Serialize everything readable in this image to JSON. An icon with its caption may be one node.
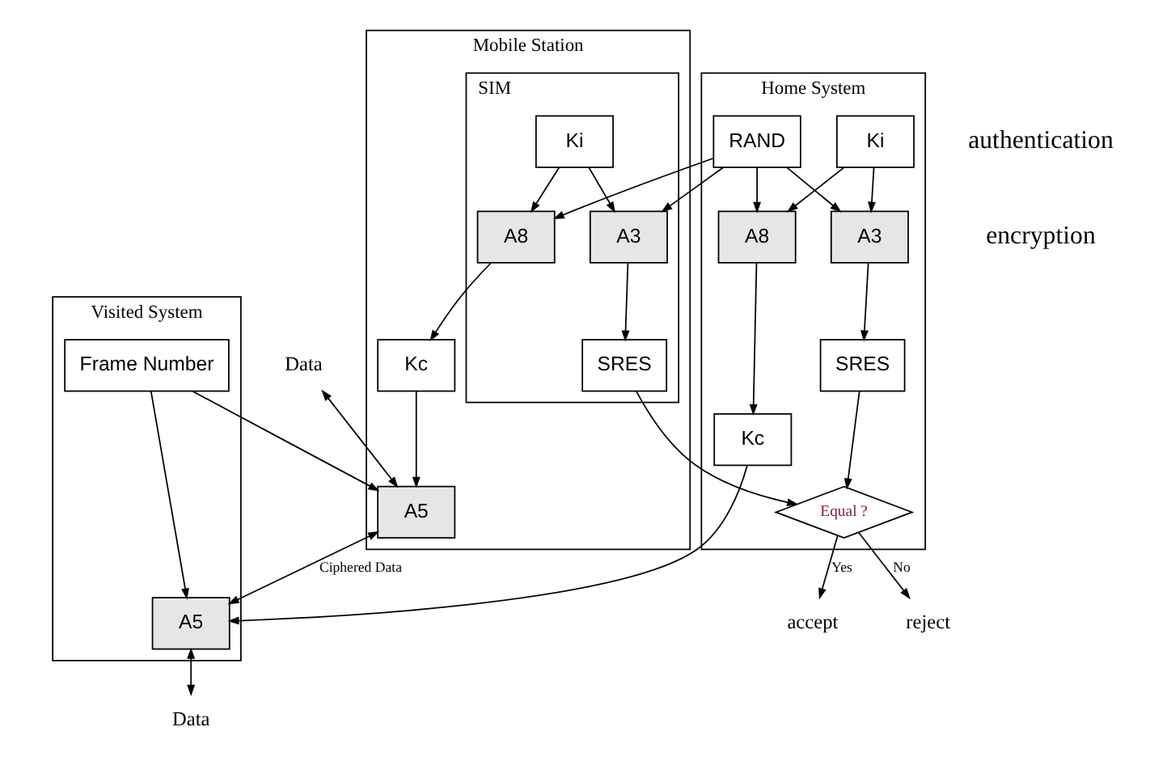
{
  "diagram": {
    "nodes": [
      {
        "text": [
          "Mobile Station"
        ]
      },
      {
        "text": [
          "SIM"
        ],
        "in": 0
      },
      {
        "text": [
          "Ki"
        ],
        "in": 1
      },
      {
        "text": [
          "A8"
        ],
        "in": 1
      },
      {
        "text": [
          "A3"
        ],
        "in": 1
      },
      {
        "text": [
          "SRES"
        ],
        "in": 1
      },
      {
        "text": [
          "Kc"
        ],
        "in": 0
      },
      {
        "text": [
          "A5"
        ],
        "in": 0
      },
      {
        "text": [
          "Home System"
        ]
      },
      {
        "text": [
          "RAND"
        ],
        "in": 8
      },
      {
        "text": [
          "Ki"
        ],
        "in": 8
      },
      {
        "text": [
          "A3"
        ],
        "in": 8
      },
      {
        "text": [
          "A8"
        ],
        "in": 8
      },
      {
        "text": [
          "Equal ?"
        ],
        "in": 8
      },
      {
        "text": [
          "SRES"
        ],
        "in": 8
      },
      {
        "text": [
          "Kc"
        ],
        "in": 8
      },
      {
        "text": [
          "Visited System"
        ]
      },
      {
        "text": [
          "Frame Number"
        ],
        "in": 16
      },
      {
        "text": [
          "A5"
        ],
        "in": 16
      },
      {
        "text": [
          "reject"
        ]
      },
      {
        "text": [
          "accept"
        ]
      },
      {
        "text": [
          "Data"
        ]
      },
      {
        "text": [
          "Data"
        ]
      }
    ],
    "edges": [
      {
        "from": 2,
        "to": 3,
        "arrow": "to"
      },
      {
        "from": 2,
        "to": 4,
        "arrow": "to"
      },
      {
        "from": 9,
        "to": 3,
        "arrow": "to"
      },
      {
        "from": 9,
        "to": 4,
        "arrow": "to"
      },
      {
        "from": 9,
        "to": 11,
        "arrow": "to"
      },
      {
        "from": 9,
        "to": 12,
        "arrow": "to"
      },
      {
        "from": 10,
        "to": 11,
        "arrow": "to"
      },
      {
        "from": 10,
        "to": 12,
        "arrow": "to"
      },
      {
        "from": 4,
        "to": 5,
        "arrow": "to"
      },
      {
        "from": 5,
        "to": 13,
        "arrow": "to"
      },
      {
        "from": 11,
        "to": 14,
        "arrow": "to"
      },
      {
        "from": 14,
        "to": 13,
        "arrow": "to"
      },
      {
        "from": 13,
        "to": 19,
        "arrow": "to",
        "label": "No"
      },
      {
        "from": 13,
        "to": 20,
        "arrow": "to",
        "label": "Yes"
      },
      {
        "from": 3,
        "to": 6,
        "arrow": "to"
      },
      {
        "from": 12,
        "to": 15,
        "arrow": "to"
      },
      {
        "from": 6,
        "to": 7,
        "arrow": "to"
      },
      {
        "from": 17,
        "to": 7,
        "arrow": "to"
      },
      {
        "from": 17,
        "to": 18,
        "arrow": "to"
      },
      {
        "from": 15,
        "to": 18,
        "arrow": "to"
      },
      {
        "from": 7,
        "to": 18,
        "arrow": "both",
        "label": "Ciphered Data"
      },
      {
        "from": 21,
        "to": 7,
        "arrow": "both"
      },
      {
        "from": 18,
        "to": 22,
        "arrow": "both"
      }
    ],
    "labels": [
      "authentication",
      "encryption"
    ]
  }
}
